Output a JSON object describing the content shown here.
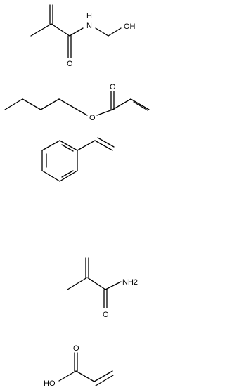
{
  "molecules": [
    {
      "id": "n-hydroxymethyl-methacrylamide",
      "labels": {
        "n": "N",
        "h": "H",
        "oh": "OH",
        "o": "O"
      }
    },
    {
      "id": "butyl-acrylate",
      "labels": {
        "o_ester": "O",
        "o_carbonyl": "O"
      }
    },
    {
      "id": "styrene",
      "labels": {}
    },
    {
      "id": "methacrylamide",
      "labels": {
        "nh2": "NH2",
        "o": "O"
      }
    },
    {
      "id": "acrylic-acid",
      "labels": {
        "ho": "HO",
        "o": "O"
      }
    }
  ]
}
